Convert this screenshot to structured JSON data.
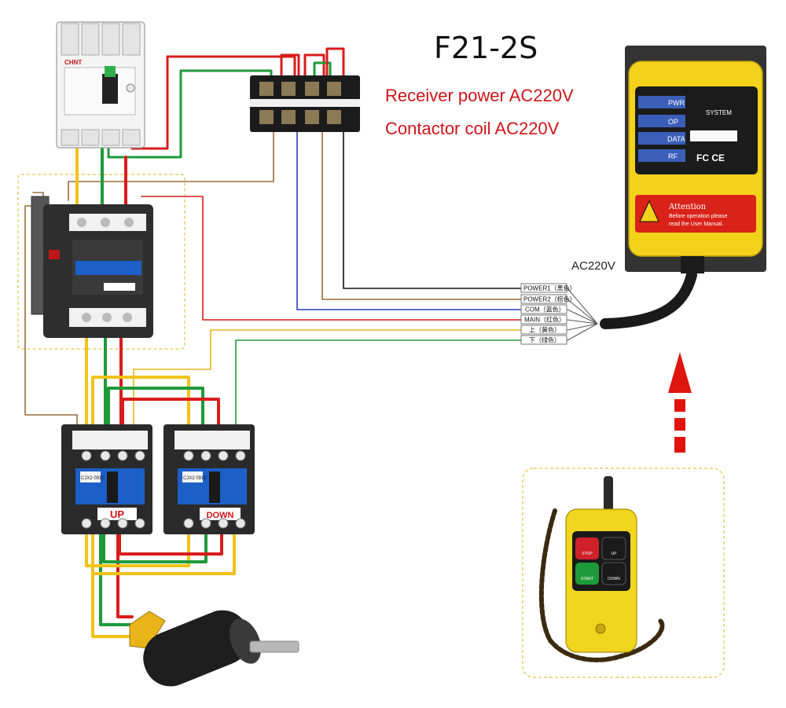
{
  "title": "F21-2S",
  "notes": [
    "Receiver power AC220V",
    "Contactor coil AC220V"
  ],
  "receiver_voltage": "AC220V",
  "terminal_labels": [
    "POWER1（黑色）",
    "POWER2（棕色）",
    "COM（蓝色）",
    "MAIN（红色）",
    "上（黄色）",
    "下（绿色）"
  ],
  "receiver": {
    "indicators": [
      "PWR",
      "OP",
      "DATA",
      "RF"
    ],
    "system_label": "SYSTEM",
    "cert_marks": "FC CE",
    "attention_title": "Attention",
    "attention_text": [
      "Before operation please",
      "read the User Manual."
    ]
  },
  "contactors": {
    "up_label": "UP",
    "down_label": "DOWN",
    "model": "CJX2 0910"
  },
  "breaker": {
    "brand": "CHNT"
  },
  "remote": {
    "buttons": [
      "STOP",
      "UP",
      "START",
      "DOWN"
    ]
  },
  "colors": {
    "yellow": "#f2c21a",
    "green": "#1f9a3a",
    "red": "#d91c1c",
    "brown": "#9c6b3c",
    "blue": "#2a3fbf",
    "black": "#111111",
    "accent_red": "#d0141a"
  }
}
